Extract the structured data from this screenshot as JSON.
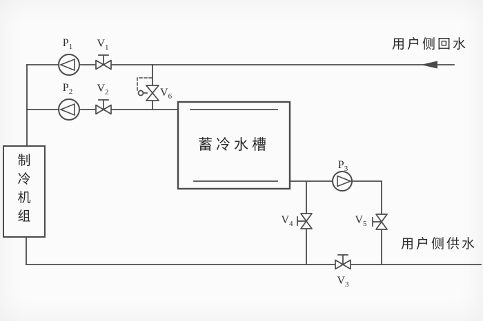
{
  "diagram_title": "chilled-water-storage-piping-schematic",
  "colors": {
    "line": "#4a4a4a",
    "text": "#2f2f2f",
    "background": "#fbfbfb"
  },
  "labels": {
    "return_water": "用户侧回水",
    "supply_water": "用户侧供水",
    "tank": "蓄冷水槽",
    "chiller": [
      "制",
      "冷",
      "机",
      "组"
    ],
    "p1": {
      "text": "P",
      "sub": "1"
    },
    "p2": {
      "text": "P",
      "sub": "2"
    },
    "p3": {
      "text": "P",
      "sub": "3"
    },
    "v1": {
      "text": "V",
      "sub": "1"
    },
    "v2": {
      "text": "V",
      "sub": "2"
    },
    "v3": {
      "text": "V",
      "sub": "3"
    },
    "v4": {
      "text": "V",
      "sub": "4"
    },
    "v5": {
      "text": "V",
      "sub": "5"
    },
    "v6": {
      "text": "V",
      "sub": "6"
    }
  }
}
